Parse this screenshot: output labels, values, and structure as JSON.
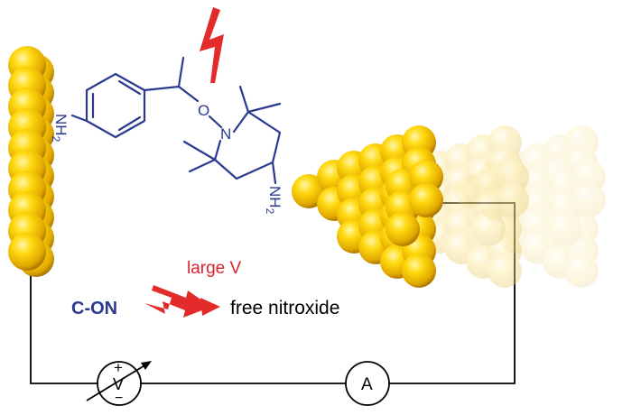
{
  "molecule": {
    "amine_left": "NH",
    "amine_left_sub": "2",
    "oxygen": "O",
    "nitrogen": "N",
    "amine_right": "NH",
    "amine_right_sub": "2"
  },
  "labels": {
    "large_v": "large V",
    "c_on": "C-ON",
    "free_nitroxide": "free nitroxide"
  },
  "circuit": {
    "voltmeter_plus": "+",
    "voltmeter_v": "V",
    "voltmeter_minus": "−",
    "ammeter": "A"
  },
  "colors": {
    "gold": "#f2c300",
    "molecule_blue": "#2b3a91",
    "bolt_red": "#e32b2b",
    "wire": "#000000"
  },
  "icons": {
    "bolt": "lightning-bolt-icon",
    "meter_arrow": "variable-arrow-icon"
  }
}
